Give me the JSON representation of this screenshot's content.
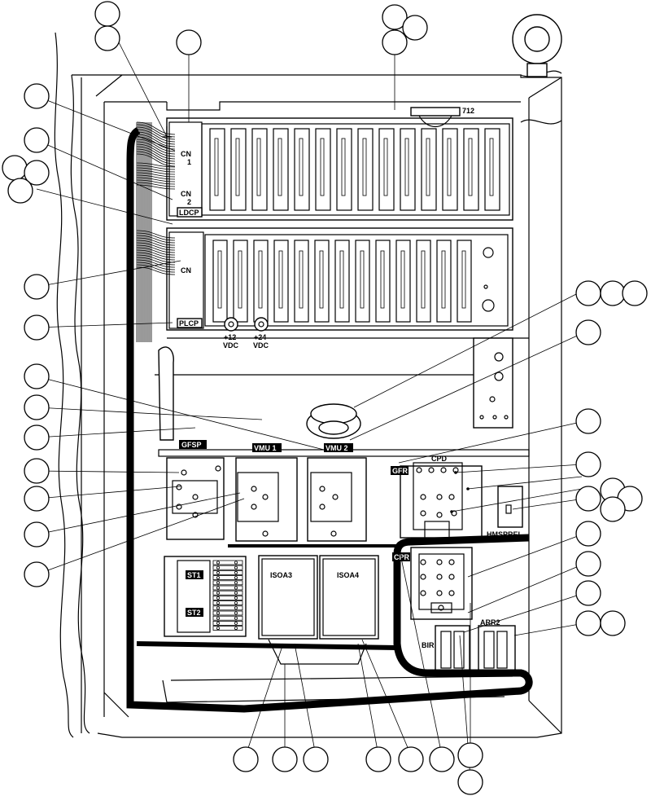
{
  "labels": {
    "cn1_a": "CN",
    "cn1_b": "1",
    "cn2_a": "CN",
    "cn2_b": "2",
    "ldcp": "LDCP",
    "cn": "CN",
    "plcp": "PLCP",
    "v12_a": "+12",
    "v12_b": "VDC",
    "v24_a": "+24",
    "v24_b": "VDC",
    "gfsp": "GFSP",
    "vmu1": "VMU 1",
    "vmu2": "VMU 2",
    "gfr": "GFR",
    "cpd": "CPD",
    "cpr": "CPR",
    "hmsprel": "HMSPREL",
    "st1": "ST1",
    "st2": "ST2",
    "isoa3": "ISOA3",
    "isoa4": "ISOA4",
    "bir": "BIR",
    "arr2": "ARR2",
    "num712": "712"
  }
}
